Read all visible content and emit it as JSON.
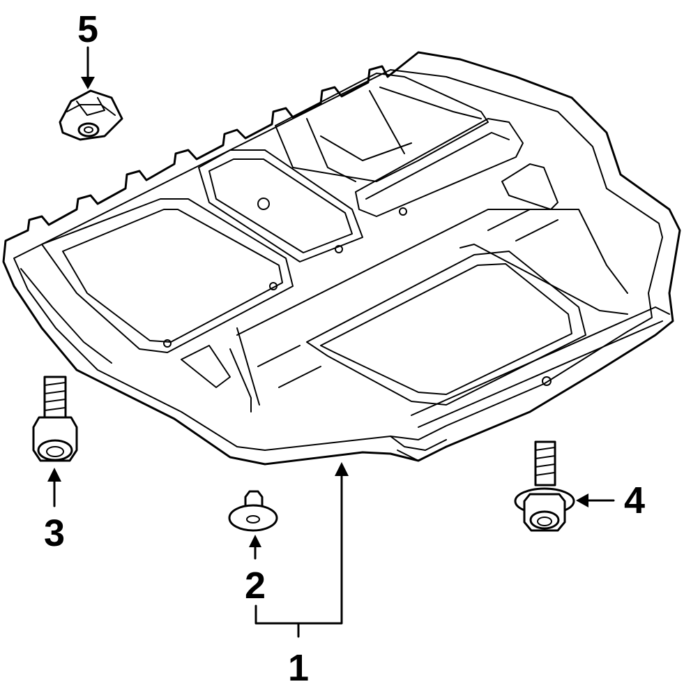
{
  "callouts": [
    {
      "id": "1",
      "label": "1",
      "part": "splash-shield"
    },
    {
      "id": "2",
      "label": "2",
      "part": "clip"
    },
    {
      "id": "3",
      "label": "3",
      "part": "bolt"
    },
    {
      "id": "4",
      "label": "4",
      "part": "bolt"
    },
    {
      "id": "5",
      "label": "5",
      "part": "nut"
    }
  ]
}
